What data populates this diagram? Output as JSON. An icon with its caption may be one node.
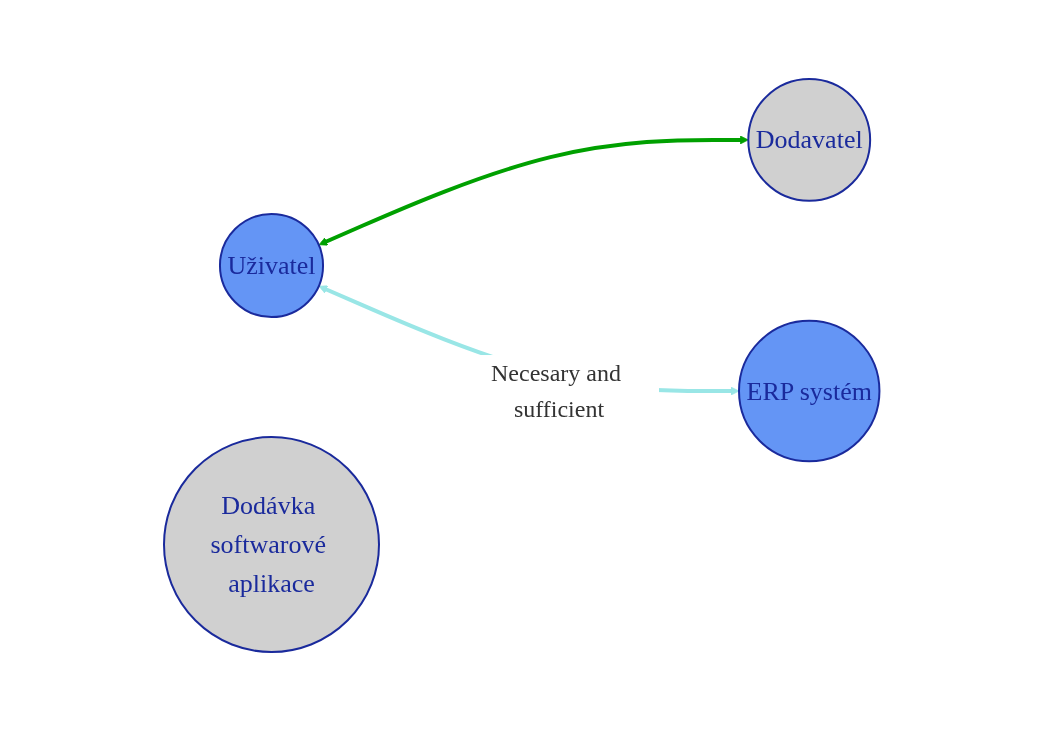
{
  "diagram": {
    "nodes": [
      {
        "text": [
          "Uživatel"
        ]
      },
      {
        "text": [
          "Dodavatel"
        ]
      },
      {
        "text": [
          "ERP systém"
        ]
      },
      {
        "text": [
          "Dodávka softwarové aplikace"
        ]
      }
    ],
    "edges": [
      {
        "from": 0,
        "to": 1,
        "arrow": "both",
        "color": "#00a000"
      },
      {
        "from": 0,
        "to": 2,
        "arrow": "both",
        "label": "Necesary and sufficient",
        "color": "#99e6e6"
      }
    ]
  }
}
